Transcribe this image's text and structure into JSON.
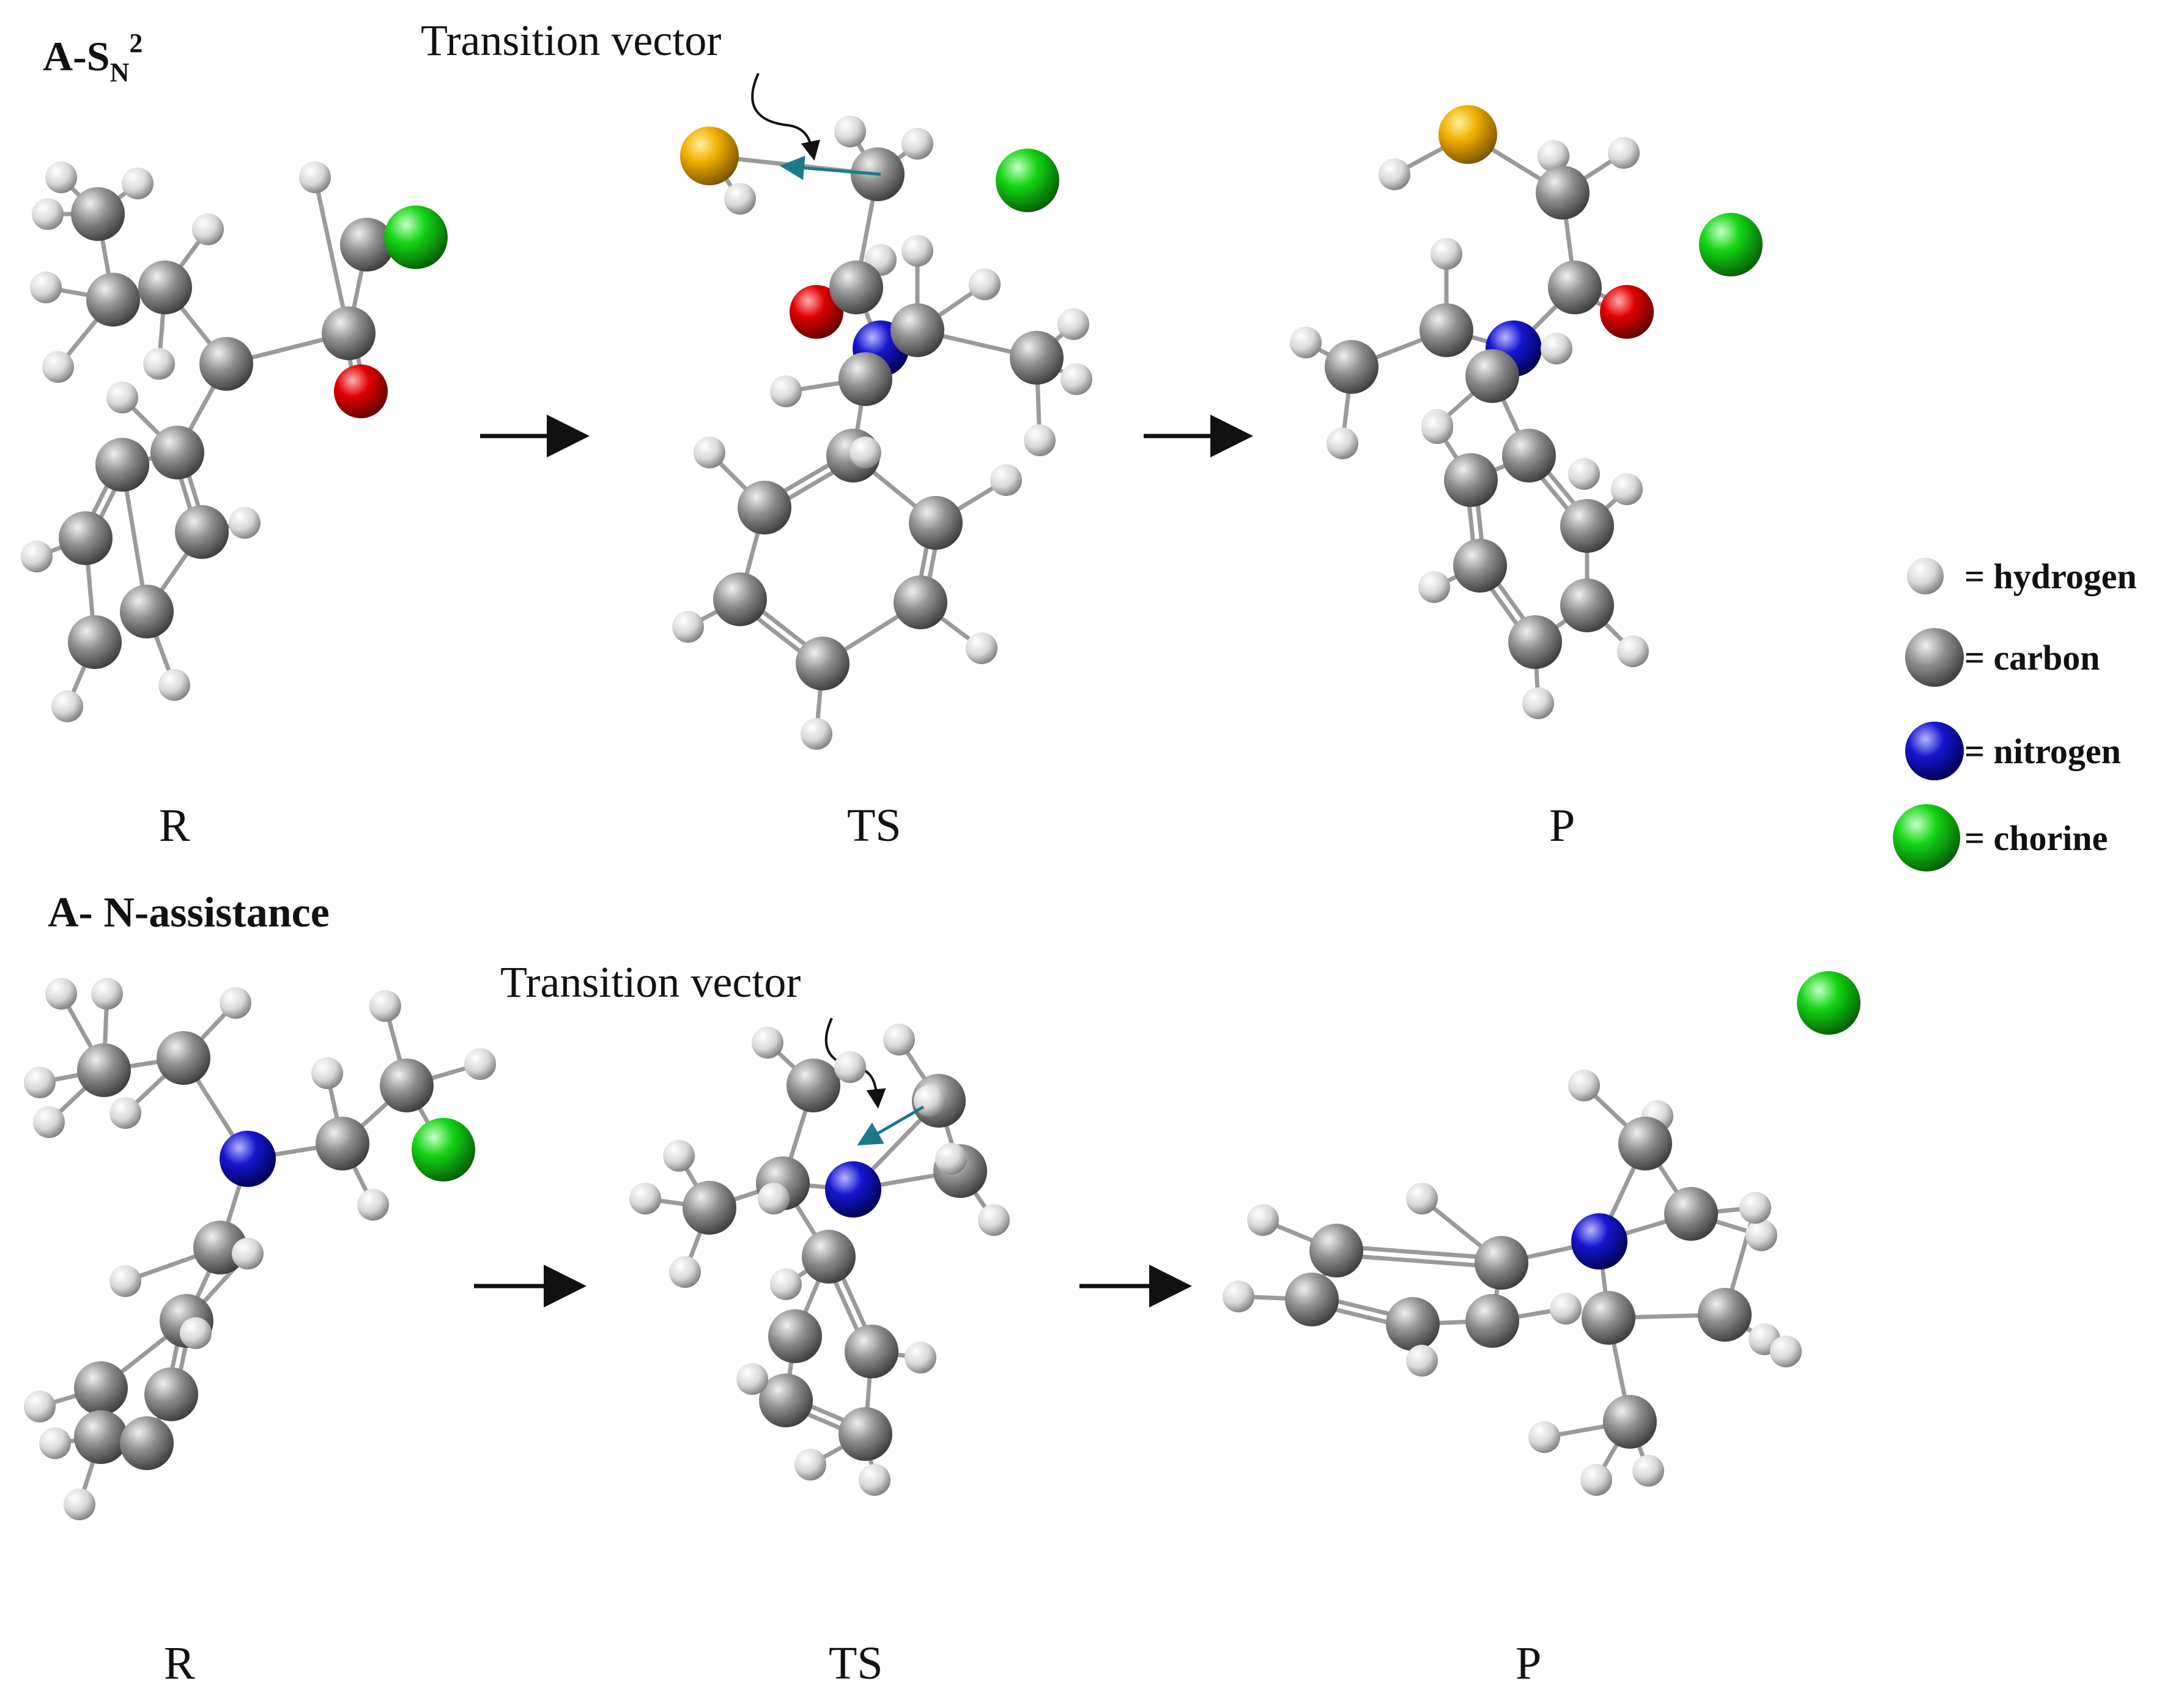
{
  "panel_a": {
    "title_prefix": "A-S",
    "title_sub": "N",
    "title_sup": "2",
    "annotation": "Transition vector",
    "stage_labels": [
      "R",
      "TS",
      "P"
    ]
  },
  "panel_b": {
    "title": "A- N-assistance",
    "annotation": "Transition vector",
    "stage_labels": [
      "R",
      "TS",
      "P"
    ]
  },
  "legend": {
    "items": [
      {
        "label": "= hydrogen",
        "color": "#e8e8e8"
      },
      {
        "label": "= carbon",
        "color": "#8a8a8a"
      },
      {
        "label": "= nitrogen",
        "color": "#1414c8"
      },
      {
        "label": "= chorine",
        "color": "#12c812"
      }
    ]
  },
  "atom_colors": {
    "hydrogen": "#e8e8e8",
    "carbon": "#8a8a8a",
    "nitrogen": "#1414c8",
    "chlorine": "#12c812",
    "oxygen": "#e00000",
    "sulfur": "#f0b000"
  },
  "vector_color": "#1a7a8a"
}
